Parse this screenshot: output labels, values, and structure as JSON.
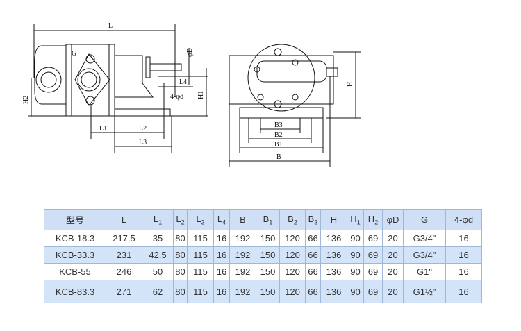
{
  "drawing": {
    "labels": {
      "L": "L",
      "G": "G",
      "phiD": "φD",
      "L4": "L4",
      "phid4": "4-φd",
      "H1": "H1",
      "H2": "H2",
      "L1": "L1",
      "L2": "L2",
      "L3": "L3",
      "H": "H",
      "B3": "B3",
      "B2": "B2",
      "B1": "B1",
      "B": "B"
    }
  },
  "table": {
    "headers": [
      {
        "t": "型号"
      },
      {
        "t": "L"
      },
      {
        "t": "L",
        "s": "1"
      },
      {
        "t": "L",
        "s": "2"
      },
      {
        "t": "L",
        "s": "3"
      },
      {
        "t": "L",
        "s": "4"
      },
      {
        "t": "B"
      },
      {
        "t": "B",
        "s": "1"
      },
      {
        "t": "B",
        "s": "2"
      },
      {
        "t": "B",
        "s": "3"
      },
      {
        "t": "H"
      },
      {
        "t": "H",
        "s": "1"
      },
      {
        "t": "H",
        "s": "2"
      },
      {
        "t": "φD"
      },
      {
        "t": "G"
      },
      {
        "t": "4-φd"
      }
    ],
    "rows": [
      [
        "KCB-18.3",
        "217.5",
        "35",
        "80",
        "115",
        "16",
        "192",
        "150",
        "120",
        "66",
        "136",
        "90",
        "69",
        "20",
        "G3/4\"",
        "16"
      ],
      [
        "KCB-33.3",
        "231",
        "42.5",
        "80",
        "115",
        "16",
        "192",
        "150",
        "120",
        "66",
        "136",
        "90",
        "69",
        "20",
        "G3/4\"",
        "16"
      ],
      [
        "KCB-55",
        "246",
        "50",
        "80",
        "115",
        "16",
        "192",
        "150",
        "120",
        "66",
        "136",
        "90",
        "69",
        "20",
        "G1\"",
        "16"
      ],
      [
        "KCB-83.3",
        "271",
        "62",
        "80",
        "115",
        "16",
        "192",
        "150",
        "120",
        "66",
        "136",
        "90",
        "69",
        "20",
        "G1½\"",
        "16"
      ]
    ]
  }
}
